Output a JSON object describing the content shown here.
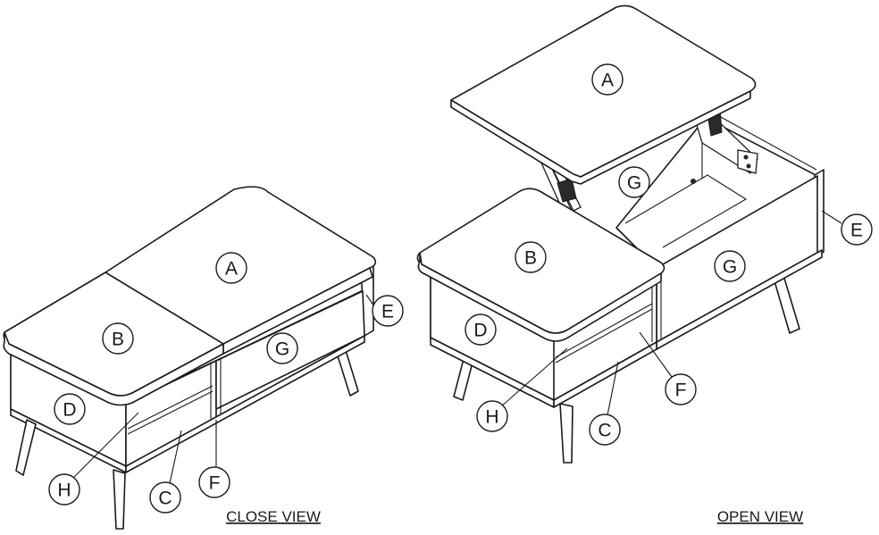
{
  "close_view": {
    "caption": "CLOSE VIEW",
    "labels": {
      "A": "A",
      "B": "B",
      "C": "C",
      "D": "D",
      "E": "E",
      "F": "F",
      "G": "G",
      "H": "H"
    }
  },
  "open_view": {
    "caption": "OPEN VIEW",
    "labels": {
      "A": "A",
      "B": "B",
      "C": "C",
      "D": "D",
      "E": "E",
      "F": "F",
      "G1": "G",
      "G2": "G",
      "H": "H"
    }
  }
}
